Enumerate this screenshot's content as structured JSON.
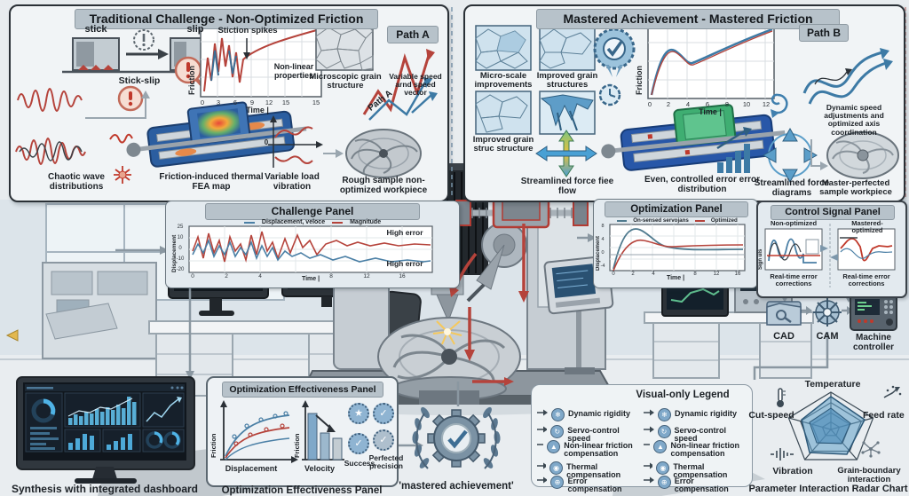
{
  "top_left": {
    "title": "Traditional Challenge - Non-Optimized Friction",
    "stick": "stick",
    "slip": "slip",
    "stick_slip": "Stick-slip",
    "stiction_spikes": "Stiction spikes",
    "friction_ylabel": "Friction",
    "nonlinear": "Non-linear properties",
    "time_label": "Time |",
    "xticks": [
      "0",
      "3",
      "6",
      "9",
      "12",
      "15",
      "15"
    ],
    "grain_caption": "Microscopic grain structure",
    "path_a_badge": "Path A",
    "path_a_label": "Path A",
    "variable_speed": "Variable speed arnd speed vector",
    "chaotic": "Chaotic wave distributions",
    "fea_caption": "Friction-induced thermal FEA map",
    "vib_zero": "0",
    "vibration_caption": "Variable load vibration",
    "rough_caption": "Rough sample non-optimized workpiece"
  },
  "top_right": {
    "title": "Mastered Achievement - Mastered Friction",
    "micro": "Micro-scale improvements",
    "improved_structures": "Improved grain structures",
    "improved_struc": "Improved grain struc structure",
    "streamlined_flow": "Streamlined force fiee flow",
    "friction_ylabel": "Friction",
    "time_label": "Time |",
    "xticks": [
      "0",
      "2",
      "4",
      "6",
      "8",
      "10",
      "12"
    ],
    "path_b_badge": "Path B",
    "dynamic": "Dynamic speed adjustments and optimized axis coordination",
    "even_error": "Even, controlled error error distribution",
    "force_diagrams": "Streamlined force diagrams",
    "master_caption": "Master-perfected sample workpiece"
  },
  "challenge": {
    "title": "Challenge Panel",
    "legend_displacement": "Displacement, veloce",
    "legend_magnitude": "Magnitude",
    "ylabel": "Displacement",
    "high_error_top": "High error",
    "high_error_bottom": "High error",
    "xlabel": "Time |",
    "xticks": [
      "0",
      "2",
      "4",
      "8",
      "12",
      "16"
    ],
    "yticks": [
      "25",
      "10",
      "0",
      "-10",
      "-20"
    ]
  },
  "optimization": {
    "title": "Optimization Panel",
    "legend_observed": "On-sensed servojans",
    "legend_optimized": "Optimized",
    "ylabel": "Displacement",
    "xlabel": "Time |",
    "xticks": [
      "0",
      "2",
      "4",
      "8",
      "12",
      "16"
    ],
    "yticks": [
      "8",
      "4",
      "0",
      "-4"
    ]
  },
  "control": {
    "title": "Control Signal Panel",
    "non_optimized": "Non-optimized",
    "mastered_optimized": "Mastered-optimized",
    "ylabel": "Sign uls",
    "caption_left": "Real-time error corrections",
    "caption_right": "Real-time error corrections"
  },
  "workflow": {
    "cad": "CAD",
    "cam": "CAM",
    "controller": "Machine controller"
  },
  "dashboard": {
    "caption": "Synthesis with integrated dashboard"
  },
  "effectiveness": {
    "title": "Optimization Effectiveness Panel",
    "caption": "Optimization Effectiveness Panel",
    "ylabel1": "Friction",
    "xlabel1": "Displacement",
    "ylabel2": "Friction",
    "xlabel2": "Velocity",
    "success": "Success",
    "precision": "Perfected precision"
  },
  "achievement": {
    "caption": "'mastered achievement'"
  },
  "legend": {
    "title": "Visual-only Legend",
    "items": [
      "Dynamic rigidity",
      "Servo-control speed",
      "Non-linear friction compensation",
      "Thermal compensation",
      "Error compensation"
    ]
  },
  "radar": {
    "title": "Parameter Interaction Radar Chart",
    "axis_top": "Temperature",
    "axis_right": "Feed rate",
    "axis_bottom_right": "Grain-boundary interaction",
    "axis_bottom_left": "Vibration",
    "axis_left": "Cut-speed"
  },
  "colors": {
    "accent_red": "#b5433b",
    "accent_blue": "#3d7aa5",
    "steel": "#7fa8c9",
    "header": "#b7c2ca"
  }
}
